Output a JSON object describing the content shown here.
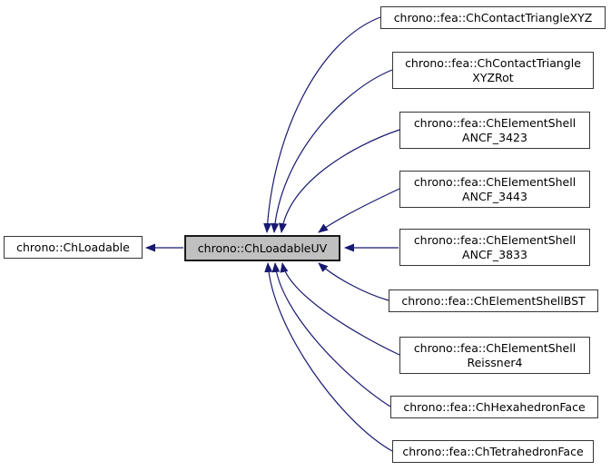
{
  "colors": {
    "edge": "#191970",
    "node_fill": "#ffffff",
    "current_node_fill": "#c0c0c0",
    "node_border": "#363636",
    "text": "#000000",
    "background": "#ffffff"
  },
  "nodes": {
    "base": {
      "label": "chrono::ChLoadable"
    },
    "current": {
      "label": "chrono::ChLoadableUV"
    },
    "derived": [
      {
        "label": "chrono::fea::ChContactTriangleXYZ"
      },
      {
        "label": "chrono::fea::ChContactTriangle\nXYZRot"
      },
      {
        "label": "chrono::fea::ChElementShell\nANCF_3423"
      },
      {
        "label": "chrono::fea::ChElementShell\nANCF_3443"
      },
      {
        "label": "chrono::fea::ChElementShell\nANCF_3833"
      },
      {
        "label": "chrono::fea::ChElementShellBST"
      },
      {
        "label": "chrono::fea::ChElementShell\nReissner4"
      },
      {
        "label": "chrono::fea::ChHexahedronFace"
      },
      {
        "label": "chrono::fea::ChTetrahedronFace"
      }
    ]
  }
}
